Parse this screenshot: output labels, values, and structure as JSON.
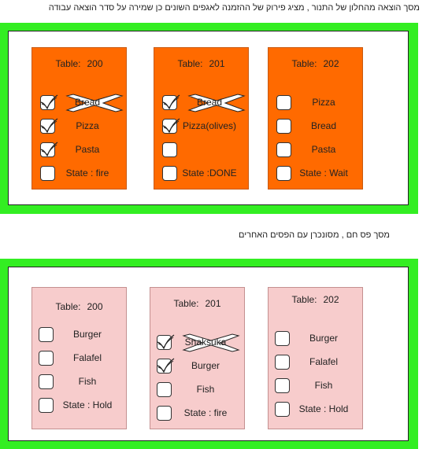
{
  "captions": {
    "kitchen": "מסך הוצאה מהחלון של התנור , מציג פירוק של ההזמנה לאגפים השונים כן שמירה על סדר הוצאה עבודה",
    "grill": "מסך פס חם , מסונכרן עם הפסים האחרים"
  },
  "colors": {
    "frame": "#33ee22",
    "orange": "#ff6a00",
    "pink": "#f7cccc"
  },
  "kitchen_screen": {
    "tables": [
      {
        "title": "Table:",
        "number": "200",
        "items": [
          {
            "label": "Bread",
            "checked": true,
            "crossed": true
          },
          {
            "label": "Pizza",
            "checked": true,
            "crossed": false
          },
          {
            "label": "Pasta",
            "checked": true,
            "crossed": false
          }
        ],
        "state": "State : fire"
      },
      {
        "title": "Table:",
        "number": "201",
        "items": [
          {
            "label": "Bread",
            "checked": true,
            "crossed": true
          },
          {
            "label": "Pizza(olives)",
            "checked": true,
            "crossed": false
          },
          {
            "label": "",
            "checked": false,
            "crossed": false
          }
        ],
        "state": "State :DONE"
      },
      {
        "title": "Table:",
        "number": "202",
        "items": [
          {
            "label": "Pizza",
            "checked": false,
            "crossed": false
          },
          {
            "label": "Bread",
            "checked": false,
            "crossed": false
          },
          {
            "label": "Pasta",
            "checked": false,
            "crossed": false
          }
        ],
        "state": "State : Wait"
      }
    ]
  },
  "grill_screen": {
    "tables": [
      {
        "title": "Table:",
        "number": "200",
        "items": [
          {
            "label": "Burger",
            "checked": false,
            "crossed": false
          },
          {
            "label": "Falafel",
            "checked": false,
            "crossed": false
          },
          {
            "label": "Fish",
            "checked": false,
            "crossed": false
          }
        ],
        "state": "State : Hold"
      },
      {
        "title": "Table:",
        "number": "201",
        "items": [
          {
            "label": "Shaksuka",
            "checked": true,
            "crossed": true
          },
          {
            "label": "Burger",
            "checked": true,
            "crossed": false
          },
          {
            "label": "Fish",
            "checked": false,
            "crossed": false
          }
        ],
        "state": "State : fire"
      },
      {
        "title": "Table:",
        "number": "202",
        "items": [
          {
            "label": "Burger",
            "checked": false,
            "crossed": false
          },
          {
            "label": "Falafel",
            "checked": false,
            "crossed": false
          },
          {
            "label": "Fish",
            "checked": false,
            "crossed": false
          }
        ],
        "state": "State : Hold"
      }
    ]
  }
}
